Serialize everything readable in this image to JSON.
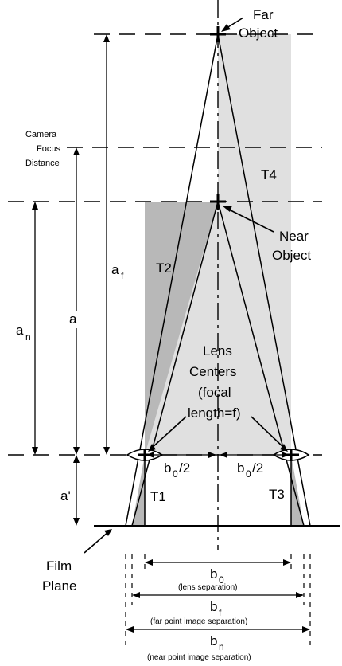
{
  "labels": {
    "far_object_1": "Far",
    "far_object_2": "Object",
    "near_object_1": "Near",
    "near_object_2": "Object",
    "camera_focus_1": "Camera",
    "camera_focus_2": "Focus",
    "camera_focus_3": "Distance",
    "t1": "T1",
    "t2": "T2",
    "t3": "T3",
    "t4": "T4",
    "a_f_main": "a",
    "a_f_sub": "f",
    "a_n_main": "a",
    "a_n_sub": "n",
    "a": "a",
    "a_prime": "a'",
    "lens_centers_1": "Lens",
    "lens_centers_2": "Centers",
    "lens_centers_3": "(focal",
    "lens_centers_4": "length=f)",
    "half_b0_left_main": "b",
    "half_b0_left_sub": "0",
    "half_b0_left_tail": "/2",
    "half_b0_right_main": "b",
    "half_b0_right_sub": "0",
    "half_b0_right_tail": "/2",
    "film_plane_1": "Film",
    "film_plane_2": "Plane",
    "b0_main": "b",
    "b0_sub": "0",
    "b0_desc": "(lens separation)",
    "bf_main": "b",
    "bf_sub": "f",
    "bf_desc": "(far point image separation)",
    "bn_main": "b",
    "bn_sub": "n",
    "bn_desc": "(near point image separation)"
  },
  "colors": {
    "light_shade": "#e0e0e0",
    "mid_shade": "#b8b8b8",
    "ink": "#000000"
  }
}
